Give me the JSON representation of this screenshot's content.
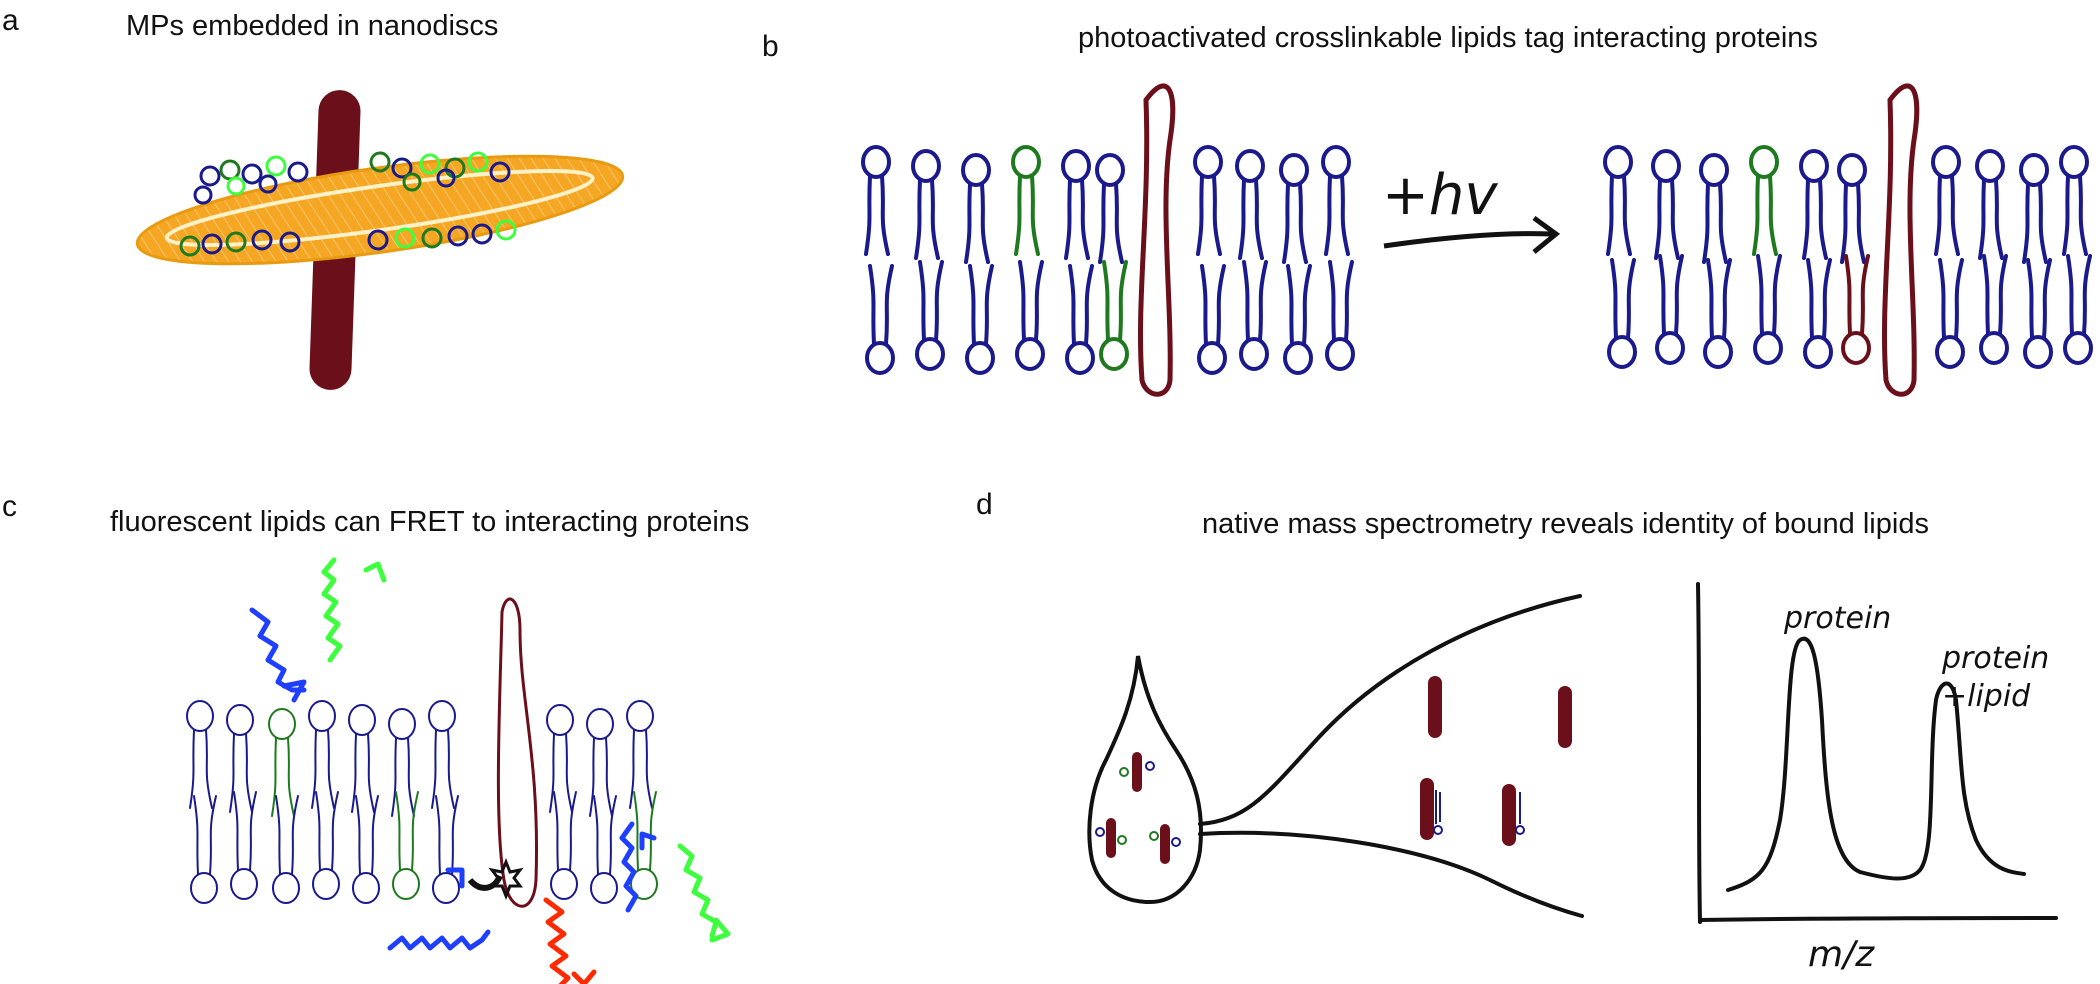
{
  "panels": {
    "a": {
      "letter": "a",
      "title": "MPs embedded in nanodiscs"
    },
    "b": {
      "letter": "b",
      "title": "photoactivated crosslinkable lipids tag interacting proteins",
      "arrow_text": "+hv"
    },
    "c": {
      "letter": "c",
      "title": "fluorescent lipids can FRET to interacting proteins"
    },
    "d": {
      "letter": "d",
      "title": "native mass spectrometry reveals identity of bound lipids",
      "peak1": "protein",
      "peak2_line1": "protein",
      "peak2_line2": "+lipid",
      "x_axis": "m/z"
    }
  },
  "colors": {
    "protein": "#6b0f1a",
    "lipid": "#1a1a8c",
    "labeled_lipid": "#1f7a1f",
    "nanodisc": "#f5a623",
    "excitation": "#1f3fff",
    "emission_green": "#3dff3d",
    "emission_red": "#ff2a00"
  }
}
